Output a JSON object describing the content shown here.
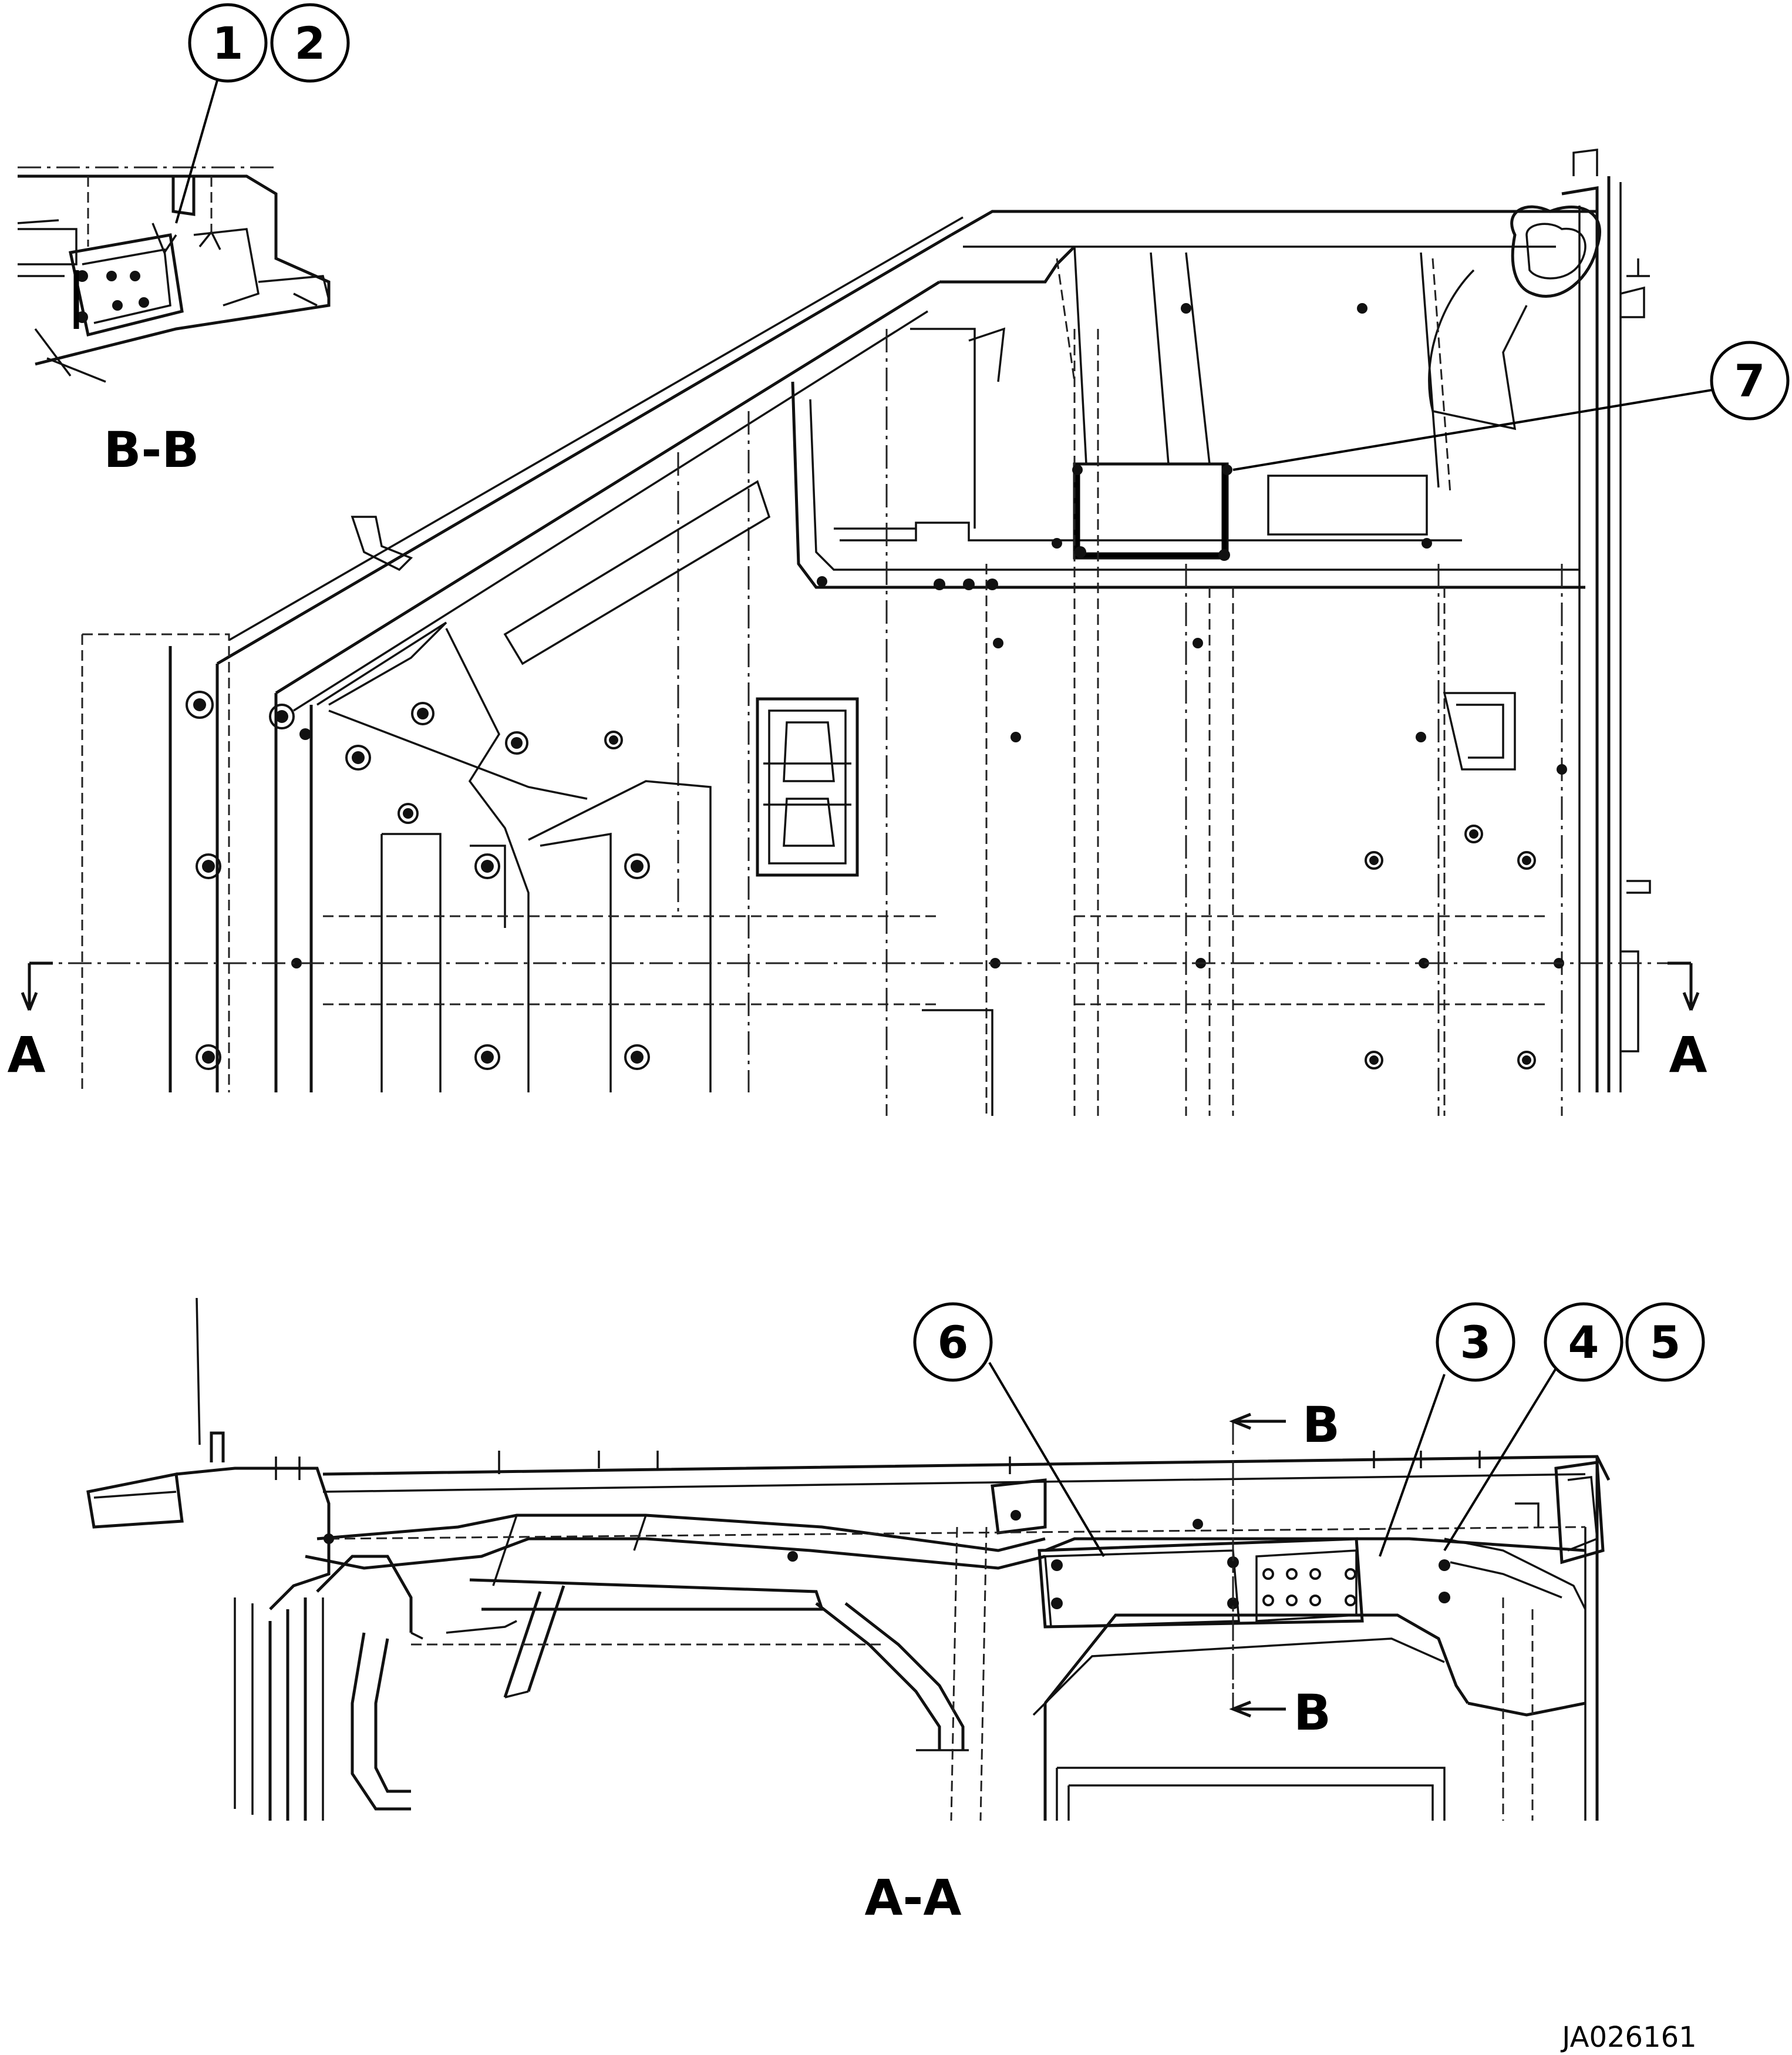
{
  "callouts": [
    "1",
    "2",
    "3",
    "4",
    "5",
    "6",
    "7"
  ],
  "views": {
    "section_bb": "B-B",
    "section_aa": "A-A",
    "cut_a": "A",
    "cut_b": "B"
  },
  "drawing_number": "JA026161"
}
